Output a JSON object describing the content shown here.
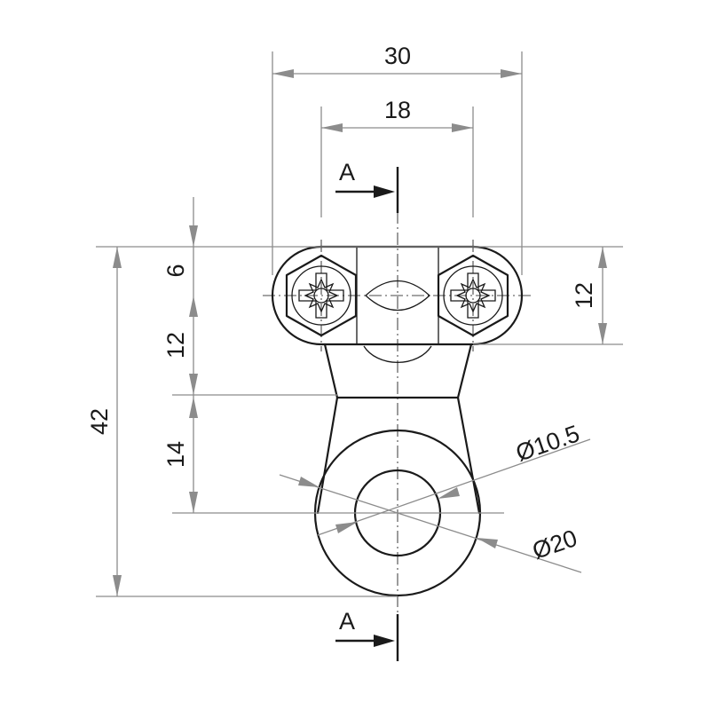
{
  "dimensions": {
    "width_outer": "30",
    "width_inner": "18",
    "top_offset": "6",
    "upper_height": "12",
    "lower_height": "14",
    "total_height": "42",
    "right_height": "12",
    "hole_diameter": "Ø10.5",
    "ring_diameter": "Ø20"
  },
  "section_marks": {
    "top": "A",
    "bottom": "A"
  },
  "colors": {
    "part_line": "#1a1a1a",
    "dimension_line": "#8c8c8c"
  }
}
